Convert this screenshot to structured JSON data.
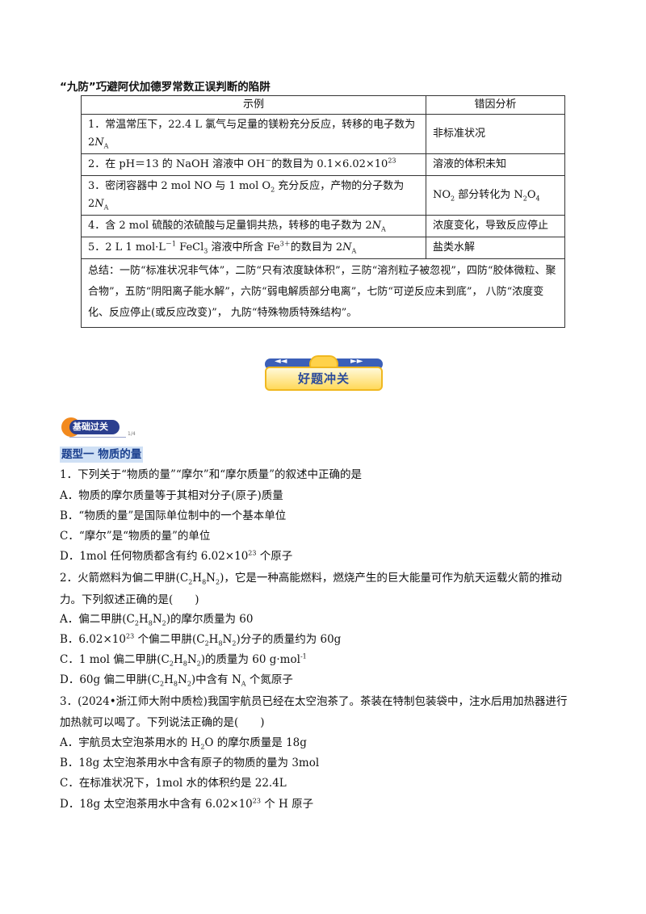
{
  "trap": {
    "title": "“九防”巧避阿伏加德罗常数正误判断的陷阱",
    "headers": [
      "示例",
      "错因分析"
    ],
    "rows": [
      {
        "example_html": "1．常温常压下，22.4 L 氯气与足量的镁粉充分反应，转移的电子数为 2<i>N</i><sub>A</sub>",
        "reason_html": "非标准状况"
      },
      {
        "example_html": "2．在 pH＝13 的 NaOH 溶液中 OH<sup>－</sup>的数目为 0.1×6.02×10<sup>23</sup>",
        "reason_html": "溶液的体积未知"
      },
      {
        "example_html": "3．密闭容器中 2 mol NO 与 1 mol O<sub>2</sub> 充分反应，产物的分子数为 2<i>N</i><sub>A</sub>",
        "reason_html": "NO<sub>2</sub> 部分转化为 N<sub>2</sub>O<sub>4</sub>"
      },
      {
        "example_html": "4．含 2 mol 硫酸的浓硫酸与足量铜共热，转移的电子数为 2<i>N</i><sub>A</sub>",
        "reason_html": "浓度变化，导致反应停止"
      },
      {
        "example_html": "5．2 L 1 mol·L<sup>－1</sup>  FeCl<sub>3</sub> 溶液中所含 Fe<sup>3＋</sup>的数目为 2<i>N</i><sub>A</sub>",
        "reason_html": "盐类水解"
      }
    ],
    "summary": "总结：一防“标准状况非气体”，二防“只有浓度缺体积”，三防“溶剂粒子被忽视”，四防“胶体微粒、聚合物”，五防“阴阳离子能水解”，六防“弱电解质部分电离”，七防“可逆反应未到底”， 八防“浓度变化、反应停止(或反应改变)”， 九防“特殊物质特殊结构”。"
  },
  "banner": {
    "label": "好题冲关",
    "arrows_left": "◄◄",
    "arrows_right": "►►"
  },
  "badge": {
    "label": "基础过关",
    "tiny": "1/4"
  },
  "section_title": "题型一  物质的量",
  "lines": [
    "1．下列关于“物质的量”“摩尔”和“摩尔质量”的叙述中正确的是",
    "A．物质的摩尔质量等于其相对分子(原子)质量",
    "B．“物质的量”是国际单位制中的一个基本单位",
    "C．“摩尔”是“物质的量”的单位",
    "D．1mol 任何物质都含有约 6.02×10<sup>23</sup> 个原子",
    "2．火箭燃料为偏二甲肼(C<sub>2</sub>H<sub>8</sub>N<sub>2</sub>)，它是一种高能燃料，燃烧产生的巨大能量可作为航天运载火箭的推动",
    "力。下列叙述正确的是(　　)",
    "A．偏二甲肼(C<sub>2</sub>H<sub>8</sub>N<sub>2</sub>)的摩尔质量为 60",
    "B．6.02×10<sup>23</sup> 个偏二甲肼(C<sub>2</sub>H<sub>8</sub>N<sub>2</sub>)分子的质量约为 60g",
    "C．1 mol 偏二甲肼(C<sub>2</sub>H<sub>8</sub>N<sub>2</sub>)的质量为 60 g·mol<sup>-1</sup>",
    "D．60g 偏二甲肼(C<sub>2</sub>H<sub>8</sub>N<sub>2</sub>)中含有 N<sub>A</sub> 个氮原子",
    "3．(2024•浙江师大附中质检)我国宇航员已经在太空泡茶了。茶装在特制包装袋中，注水后用加热器进行",
    "加热就可以喝了。下列说法正确的是(　　)",
    "A．宇航员太空泡茶用水的  H<sub>2</sub>O 的摩尔质量是 18g",
    "B．18g 太空泡茶用水中含有原子的物质的量为 3mol",
    "C．在标准状况下，1mol 水的体积约是 22.4L",
    "D．18g 太空泡茶用水中含有 6.02×10<sup>23</sup> 个 H 原子"
  ]
}
